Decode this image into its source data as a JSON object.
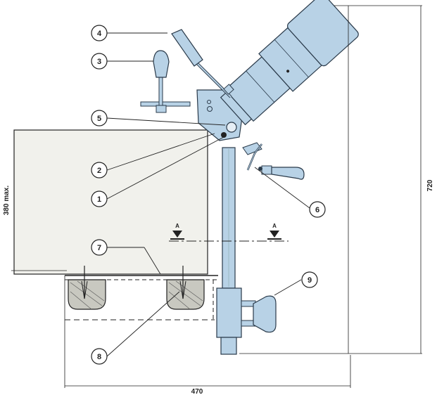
{
  "colors": {
    "part_fill": "#b8d2e6",
    "part_stroke": "#2a3a4a",
    "table_fill": "#f1f1ec",
    "line": "#222222",
    "wood_fill": "#c8c8c0"
  },
  "callouts": [
    {
      "id": "1",
      "label": "1"
    },
    {
      "id": "2",
      "label": "2"
    },
    {
      "id": "3",
      "label": "3"
    },
    {
      "id": "4",
      "label": "4"
    },
    {
      "id": "5",
      "label": "5"
    },
    {
      "id": "6",
      "label": "6"
    },
    {
      "id": "7",
      "label": "7"
    },
    {
      "id": "8",
      "label": "8"
    },
    {
      "id": "9",
      "label": "9"
    }
  ],
  "dimensions": {
    "height_max": "380 max.",
    "total_height": "720",
    "total_width": "470"
  },
  "section_marks": {
    "left": "A",
    "right": "A"
  },
  "icons": [
    "section-arrow-icon"
  ]
}
